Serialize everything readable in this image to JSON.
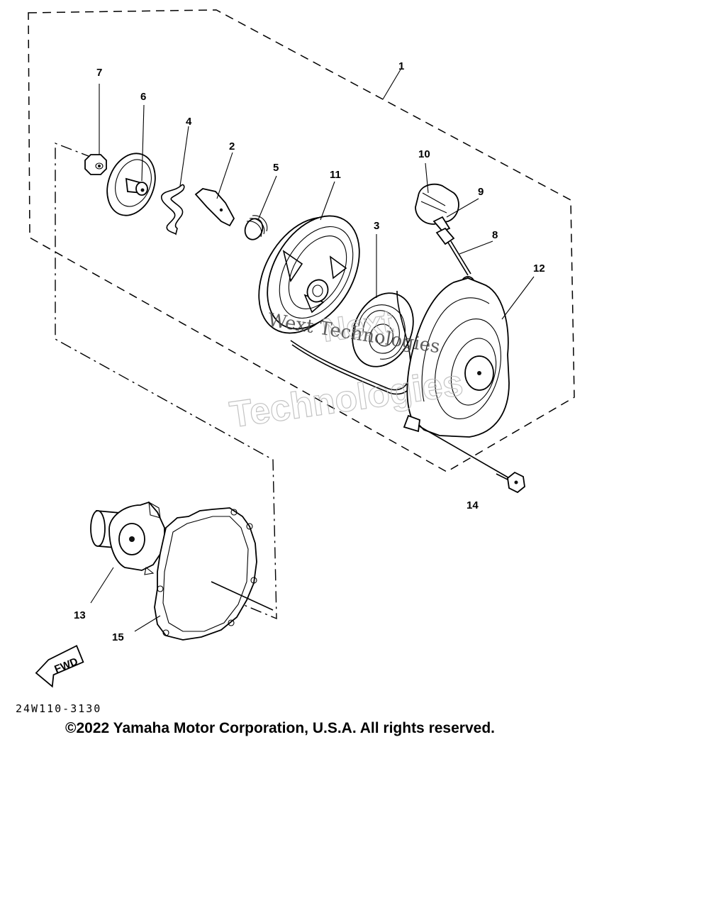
{
  "callouts": {
    "p1": "1",
    "p2": "2",
    "p3": "3",
    "p4": "4",
    "p5": "5",
    "p6": "6",
    "p7": "7",
    "p8": "8",
    "p9": "9",
    "p10": "10",
    "p11": "11",
    "p12": "12",
    "p13": "13",
    "p14": "14",
    "p15": "15"
  },
  "fwd_label": "FWD",
  "drawing_code": "24W110-3130",
  "copyright": "©2022 Yamaha Motor Corporation, U.S.A. All rights reserved.",
  "watermark": {
    "line1": "Next",
    "line2": "Technologies",
    "line3": "Wext Technologies"
  }
}
